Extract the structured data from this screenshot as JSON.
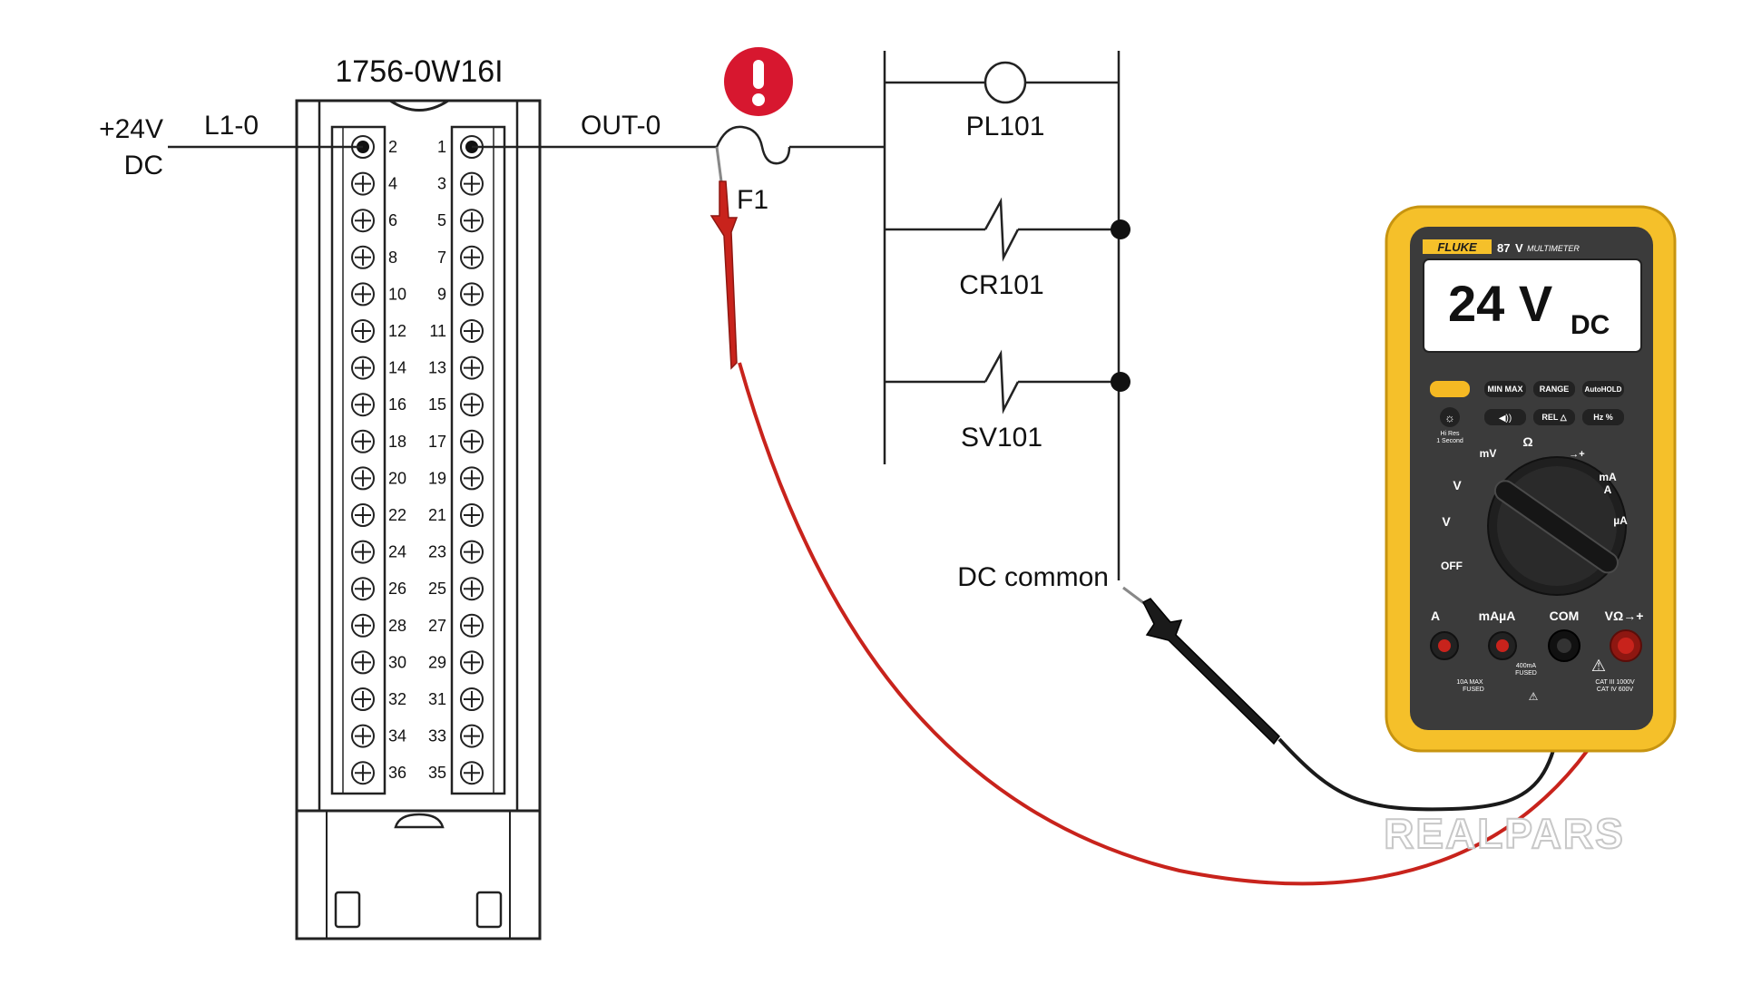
{
  "module": {
    "title": "1756-0W16I",
    "left_terminals": [
      "2",
      "4",
      "6",
      "8",
      "10",
      "12",
      "14",
      "16",
      "18",
      "20",
      "22",
      "24",
      "26",
      "28",
      "30",
      "32",
      "34",
      "36"
    ],
    "right_terminals": [
      "1",
      "3",
      "5",
      "7",
      "9",
      "11",
      "13",
      "15",
      "17",
      "19",
      "21",
      "23",
      "25",
      "27",
      "29",
      "31",
      "33",
      "35"
    ]
  },
  "labels": {
    "supply_voltage": "+24V",
    "supply_type": "DC",
    "input_terminal": "L1-0",
    "output_terminal": "OUT-0",
    "fuse": "F1",
    "pilot_light": "PL101",
    "relay": "CR101",
    "solenoid": "SV101",
    "common": "DC common"
  },
  "alert": {
    "icon": "exclamation-icon",
    "color": "#d7172f"
  },
  "meter": {
    "brand": "FLUKE",
    "model": "87",
    "model_suffix": "V",
    "model_type": "MULTIMETER",
    "reading_value": "24 V",
    "reading_unit": "DC",
    "buttons": {
      "min_max": "MIN MAX",
      "range": "RANGE",
      "auto_hold": "AutoHOLD",
      "rel": "REL △",
      "hz": "Hz  %",
      "hires_1": "Hi Res",
      "hires_2": "1 Second"
    },
    "dial": {
      "mv": "mV",
      "ohm": "Ω",
      "diode": "→+",
      "v_dc": "V",
      "v_ac": "V",
      "ma": "mA",
      "a": "A",
      "ua": "µA",
      "off": "OFF"
    },
    "jacks": {
      "a": "A",
      "ma_ua": "mAµA",
      "com": "COM",
      "v_ohm": "VΩ→+"
    },
    "fine_print": {
      "ten_a": "10A MAX",
      "ten_a_2": "FUSED",
      "ma": "400mA",
      "ma_2": "FUSED",
      "cat_1": "CAT III 1000V",
      "cat_2": "CAT IV 600V"
    },
    "body_color": "#f5c02a",
    "face_color": "#3b3b3b"
  },
  "probes": {
    "red": "#c8231c",
    "black": "#1a1a1a"
  },
  "watermark": "REALPARS"
}
